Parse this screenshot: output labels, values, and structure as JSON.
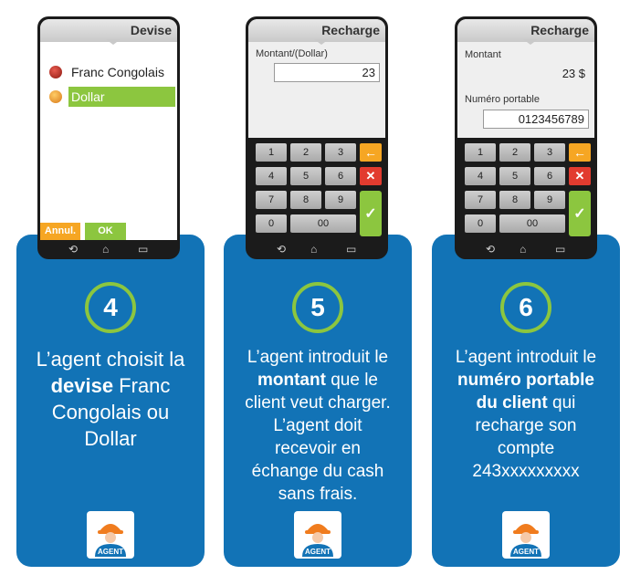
{
  "step1": {
    "number": "4",
    "screen": {
      "title": "Devise",
      "options": [
        {
          "label": "Franc Congolais"
        },
        {
          "label": "Dollar"
        }
      ],
      "buttons": {
        "annul": "Annul.",
        "ok": "OK"
      }
    },
    "desc": {
      "pre": "L’agent choisit la ",
      "bold": "devise",
      "post": " Franc Congolais ou Dollar"
    },
    "badge": "AGENT"
  },
  "step2": {
    "number": "5",
    "screen": {
      "title": "Recharge",
      "field_label": "Montant/(Dollar)",
      "field_value": "23"
    },
    "desc": {
      "pre": "L’agent introduit le ",
      "bold": "montant",
      "post": " que le client veut charger. L’agent doit recevoir en échange du cash sans frais."
    },
    "badge": "AGENT"
  },
  "step3": {
    "number": "6",
    "screen": {
      "title": "Recharge",
      "amount_label": "Montant",
      "amount_value": "23 $",
      "phone_label": "Numéro portable",
      "phone_value": "0123456789"
    },
    "desc": {
      "pre": "L’agent introduit le ",
      "bold": "numéro portable du client",
      "post": " qui recharge son compte 243xxxxxxxxx"
    },
    "badge": "AGENT"
  },
  "keypad": {
    "digits": [
      "1",
      "2",
      "3",
      "4",
      "5",
      "6",
      "7",
      "8",
      "9",
      "0",
      "00"
    ],
    "back": "←",
    "delete": "✕",
    "enter": "✓"
  },
  "colors": {
    "blue": "#1273b6",
    "green": "#8cc63f",
    "orange": "#f6a623",
    "red": "#e23b2f"
  }
}
